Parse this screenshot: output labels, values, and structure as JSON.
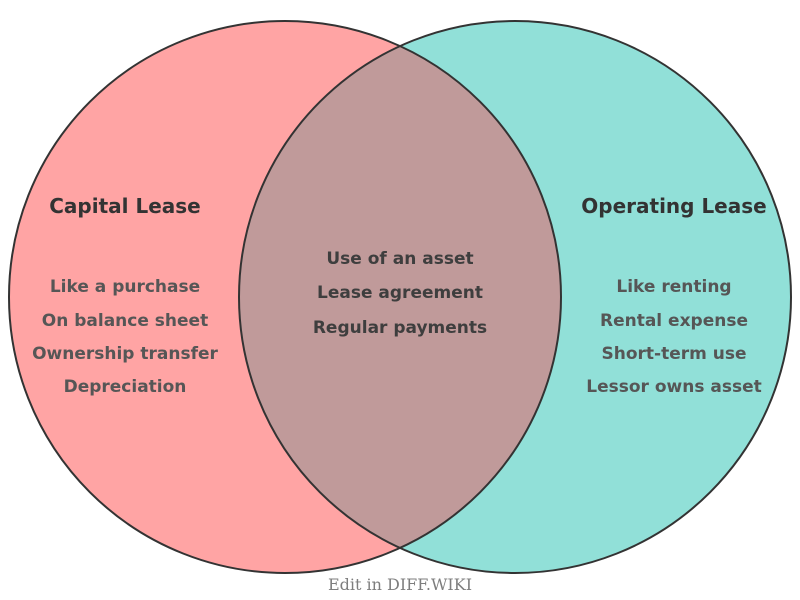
{
  "diagram": {
    "outline_color": "#333333",
    "title_color": "#333333",
    "item_color": "#565656",
    "overlap_item_color": "#3e3e3e",
    "left_circle": {
      "title": "Capital Lease",
      "color": "#FFA4A4",
      "items": [
        "Like a purchase",
        "On balance sheet",
        "Ownership transfer",
        "Depreciation"
      ]
    },
    "right_circle": {
      "title": "Operating Lease",
      "color": "#91E0D8",
      "items": [
        "Like renting",
        "Rental expense",
        "Short-term use",
        "Lessor owns asset"
      ]
    },
    "overlap": {
      "color": "#C09A9A",
      "items": [
        "Use of an asset",
        "Lease agreement",
        "Regular payments"
      ]
    }
  },
  "footer": {
    "caption": "Edit in DIFF.WIKI",
    "color": "#7e7e7e"
  }
}
